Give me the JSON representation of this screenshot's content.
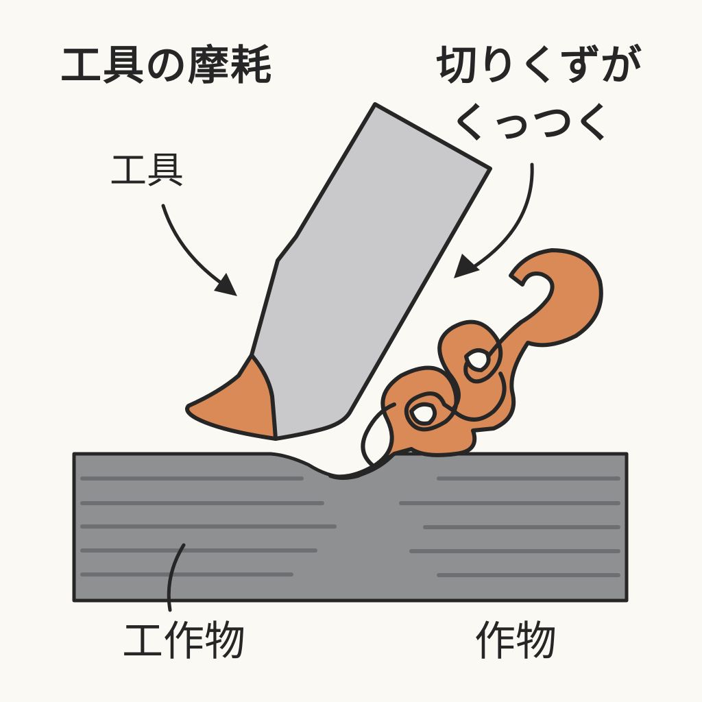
{
  "title": "工具の摩耗",
  "labels": {
    "chip_line1": "切りくずが",
    "chip_line2": "くっつく",
    "tool": "工具",
    "workpiece_left": "工作物",
    "workpiece_right": "作物"
  },
  "colors": {
    "background": "#fbf9f3",
    "tool": "#c9c9cb",
    "chip": "#d98a56",
    "workpiece": "#8e9092",
    "workpiece_stripes": "#6d6f72",
    "outline": "#262626"
  }
}
